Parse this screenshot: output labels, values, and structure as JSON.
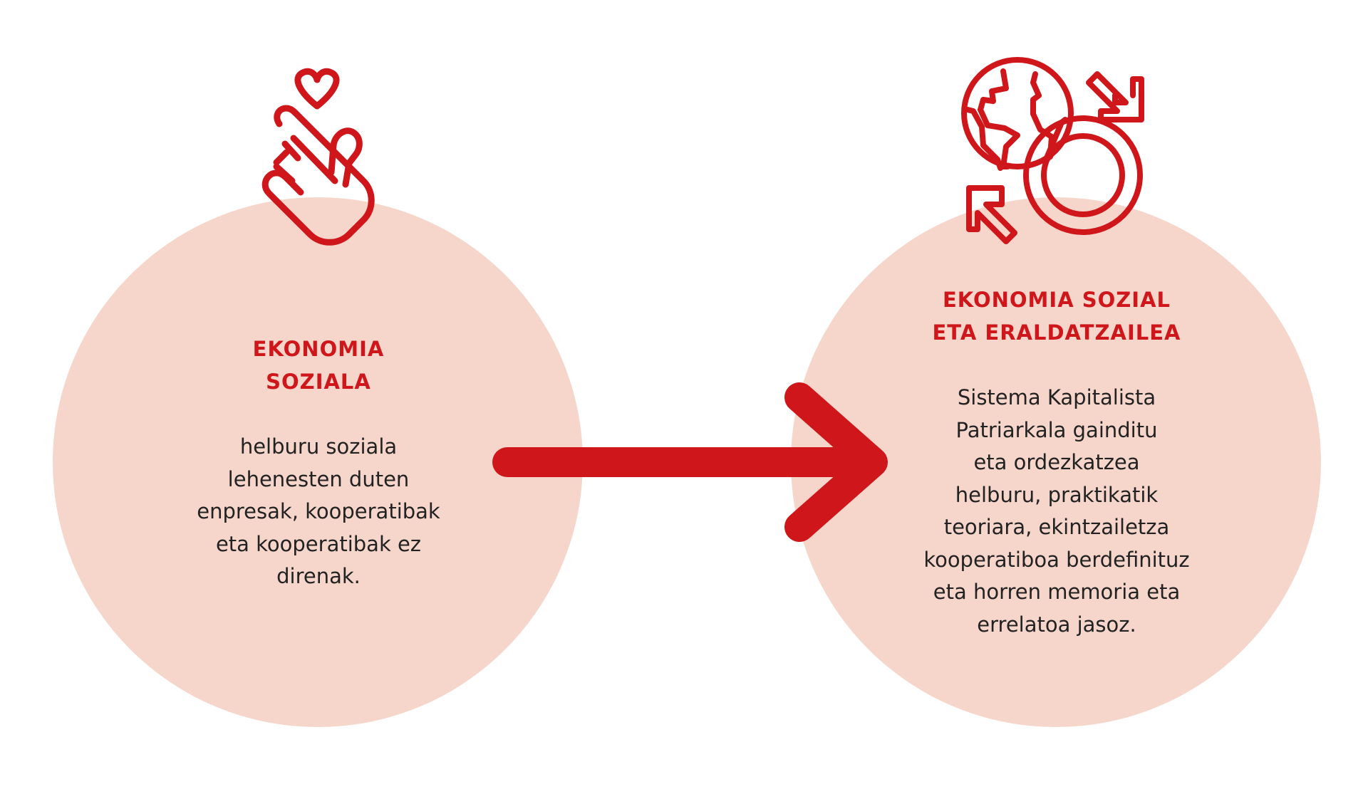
{
  "colors": {
    "accent": "#cf171b",
    "circle": "#f6d6cb"
  },
  "left": {
    "icon": "finger-heart-icon",
    "title": [
      "EKONOMIA",
      "SOZIALA"
    ],
    "body": [
      "helburu soziala",
      "lehenesten duten",
      "enpresak, kooperatibak",
      "eta kooperatibak ez",
      "direnak."
    ]
  },
  "arrow": {
    "icon": "arrow-right-icon"
  },
  "right": {
    "icon": "globe-gender-transform-icon",
    "title": [
      "EKONOMIA SOZIAL",
      "ETA ERALDATZAILEA"
    ],
    "body": [
      "Sistema Kapitalista",
      "Patriarkala gainditu",
      "eta ordezkatzea",
      "helburu, praktikatik",
      "teoriara, ekintzailetza",
      "kooperatiboa berdefinituz",
      "eta horren memoria eta",
      "errelatoa jasoz."
    ]
  }
}
